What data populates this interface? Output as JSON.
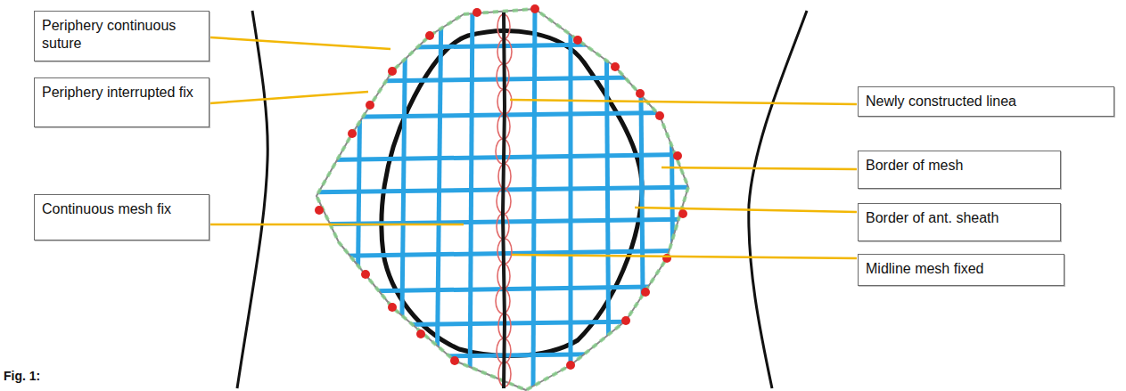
{
  "diagram": {
    "caption": "Fig. 1:",
    "nodes": [
      {
        "text": [
          "Periphery continuous suture"
        ]
      },
      {
        "text": [
          "Periphery interrupted fix"
        ]
      },
      {
        "text": [
          "Continuous mesh fix"
        ]
      },
      {
        "text": [
          "Newly constructed linea"
        ]
      },
      {
        "text": [
          "Border of mesh"
        ]
      },
      {
        "text": [
          "Border of ant. sheath"
        ]
      },
      {
        "text": [
          "Midline mesh fixed"
        ]
      }
    ]
  }
}
